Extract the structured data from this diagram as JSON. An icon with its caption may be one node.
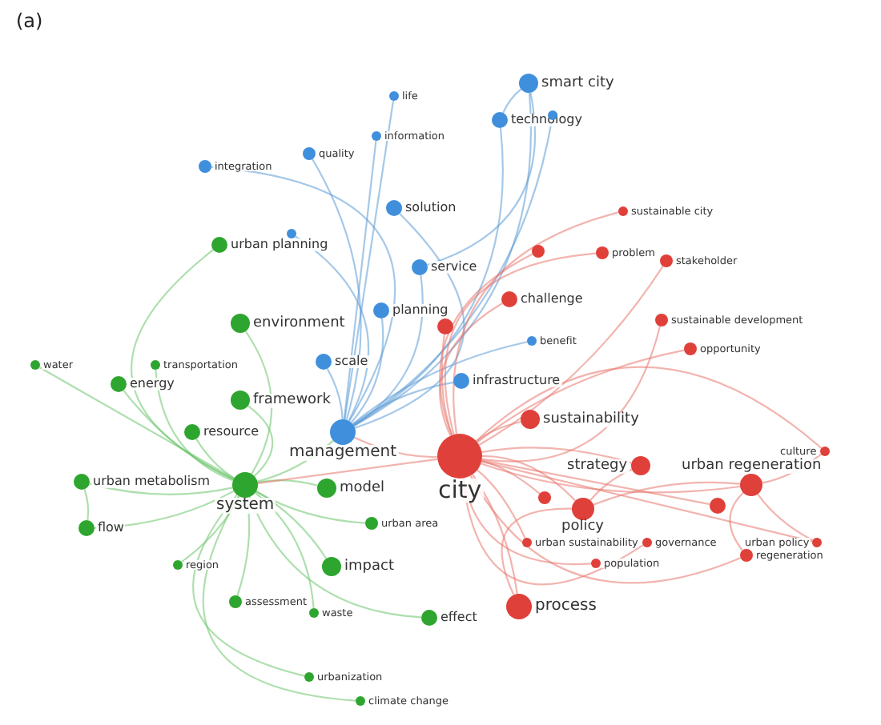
{
  "diagram": {
    "nodes": [
      {
        "text": [
          "smart city"
        ]
      },
      {
        "text": [
          "technology"
        ]
      },
      {
        "text": [],
        "shape": "circle"
      },
      {
        "text": [
          "life"
        ]
      },
      {
        "text": [
          "information"
        ]
      },
      {
        "text": [
          "quality"
        ]
      },
      {
        "text": [
          "integration"
        ]
      },
      {
        "text": [
          "solution"
        ]
      },
      {
        "text": [],
        "shape": "circle"
      },
      {
        "text": [
          "urban planning"
        ]
      },
      {
        "text": [
          "service"
        ]
      },
      {
        "text": [
          "sustainable city"
        ]
      },
      {
        "text": [
          "problem"
        ]
      },
      {
        "text": [],
        "shape": "circle"
      },
      {
        "text": [
          "stakeholder"
        ]
      },
      {
        "text": [
          "challenge"
        ]
      },
      {
        "text": [
          "planning"
        ]
      },
      {
        "text": [
          "environment"
        ]
      },
      {
        "text": [],
        "shape": "circle"
      },
      {
        "text": [
          "sustainable development"
        ]
      },
      {
        "text": [
          "benefit"
        ]
      },
      {
        "text": [
          "opportunity"
        ]
      },
      {
        "text": [
          "water"
        ]
      },
      {
        "text": [
          "transportation"
        ]
      },
      {
        "text": [
          "scale"
        ]
      },
      {
        "text": [
          "energy"
        ]
      },
      {
        "text": [
          "infrastructure"
        ]
      },
      {
        "text": [
          "framework"
        ]
      },
      {
        "text": [
          "resource"
        ]
      },
      {
        "text": [
          "management"
        ]
      },
      {
        "text": [
          "sustainability"
        ]
      },
      {
        "text": [
          "city"
        ]
      },
      {
        "text": [
          "culture"
        ]
      },
      {
        "text": [
          "strategy"
        ]
      },
      {
        "text": [
          "urban metabolism"
        ]
      },
      {
        "text": [
          "system"
        ]
      },
      {
        "text": [
          "model"
        ]
      },
      {
        "text": [],
        "shape": "circle"
      },
      {
        "text": [
          "urban regeneration"
        ]
      },
      {
        "text": [
          "policy"
        ]
      },
      {
        "text": [],
        "shape": "circle"
      },
      {
        "text": [
          "urban area"
        ]
      },
      {
        "text": [
          "flow"
        ]
      },
      {
        "text": [
          "urban policy"
        ]
      },
      {
        "text": [
          "urban sustainability"
        ]
      },
      {
        "text": [
          "governance"
        ]
      },
      {
        "text": [
          "population"
        ]
      },
      {
        "text": [
          "regeneration"
        ]
      },
      {
        "text": [
          "region"
        ]
      },
      {
        "text": [
          "impact"
        ]
      },
      {
        "text": [
          "assessment"
        ]
      },
      {
        "text": [
          "waste"
        ]
      },
      {
        "text": [
          "effect"
        ]
      },
      {
        "text": [
          "process"
        ]
      },
      {
        "text": [
          "urbanization"
        ]
      },
      {
        "text": [
          "climate change"
        ]
      }
    ],
    "edges": [
      {
        "from": 0,
        "to": 29,
        "arrow": "none",
        "color": "#5b9bd5"
      },
      {
        "from": 1,
        "to": 29,
        "arrow": "none",
        "color": "#5b9bd5"
      },
      {
        "from": 2,
        "to": 29,
        "arrow": "none",
        "color": "#5b9bd5"
      },
      {
        "from": 3,
        "to": 29,
        "arrow": "none",
        "color": "#5b9bd5"
      },
      {
        "from": 4,
        "to": 29,
        "arrow": "none",
        "color": "#5b9bd5"
      },
      {
        "from": 5,
        "to": 29,
        "arrow": "none",
        "color": "#5b9bd5"
      },
      {
        "from": 6,
        "to": 29,
        "arrow": "none",
        "color": "#5b9bd5"
      },
      {
        "from": 7,
        "to": 29,
        "arrow": "none",
        "color": "#5b9bd5"
      },
      {
        "from": 8,
        "to": 29,
        "arrow": "none",
        "color": "#5b9bd5"
      },
      {
        "from": 10,
        "to": 29,
        "arrow": "none",
        "color": "#5b9bd5"
      },
      {
        "from": 16,
        "to": 29,
        "arrow": "none",
        "color": "#5b9bd5"
      },
      {
        "from": 20,
        "to": 29,
        "arrow": "none",
        "color": "#5b9bd5"
      },
      {
        "from": 24,
        "to": 29,
        "arrow": "none",
        "color": "#5b9bd5"
      },
      {
        "from": 26,
        "to": 29,
        "arrow": "none",
        "color": "#5b9bd5"
      },
      {
        "from": 0,
        "to": 1,
        "arrow": "none",
        "color": "#5b9bd5"
      },
      {
        "from": 0,
        "to": 10,
        "arrow": "none",
        "color": "#5b9bd5"
      },
      {
        "from": 9,
        "to": 35,
        "arrow": "none",
        "color": "#6cc46c"
      },
      {
        "from": 17,
        "to": 35,
        "arrow": "none",
        "color": "#6cc46c"
      },
      {
        "from": 22,
        "to": 35,
        "arrow": "none",
        "color": "#6cc46c"
      },
      {
        "from": 23,
        "to": 35,
        "arrow": "none",
        "color": "#6cc46c"
      },
      {
        "from": 25,
        "to": 35,
        "arrow": "none",
        "color": "#6cc46c"
      },
      {
        "from": 27,
        "to": 35,
        "arrow": "none",
        "color": "#6cc46c"
      },
      {
        "from": 28,
        "to": 35,
        "arrow": "none",
        "color": "#6cc46c"
      },
      {
        "from": 34,
        "to": 35,
        "arrow": "none",
        "color": "#6cc46c"
      },
      {
        "from": 36,
        "to": 35,
        "arrow": "none",
        "color": "#6cc46c"
      },
      {
        "from": 41,
        "to": 35,
        "arrow": "none",
        "color": "#6cc46c"
      },
      {
        "from": 42,
        "to": 35,
        "arrow": "none",
        "color": "#6cc46c"
      },
      {
        "from": 48,
        "to": 35,
        "arrow": "none",
        "color": "#6cc46c"
      },
      {
        "from": 49,
        "to": 35,
        "arrow": "none",
        "color": "#6cc46c"
      },
      {
        "from": 50,
        "to": 35,
        "arrow": "none",
        "color": "#6cc46c"
      },
      {
        "from": 51,
        "to": 35,
        "arrow": "none",
        "color": "#6cc46c"
      },
      {
        "from": 52,
        "to": 35,
        "arrow": "none",
        "color": "#6cc46c"
      },
      {
        "from": 54,
        "to": 35,
        "arrow": "none",
        "color": "#6cc46c"
      },
      {
        "from": 55,
        "to": 35,
        "arrow": "none",
        "color": "#6cc46c"
      },
      {
        "from": 42,
        "to": 34,
        "arrow": "none",
        "color": "#6cc46c"
      },
      {
        "from": 35,
        "to": 29,
        "arrow": "none",
        "color": "#6cc46c"
      },
      {
        "from": 11,
        "to": 31,
        "arrow": "none"
      },
      {
        "from": 12,
        "to": 31,
        "arrow": "none"
      },
      {
        "from": 13,
        "to": 31,
        "arrow": "none"
      },
      {
        "from": 14,
        "to": 31,
        "arrow": "none"
      },
      {
        "from": 15,
        "to": 31,
        "arrow": "none"
      },
      {
        "from": 18,
        "to": 31,
        "arrow": "none"
      },
      {
        "from": 19,
        "to": 31,
        "arrow": "none"
      },
      {
        "from": 21,
        "to": 31,
        "arrow": "none"
      },
      {
        "from": 30,
        "to": 31,
        "arrow": "none"
      },
      {
        "from": 32,
        "to": 31,
        "arrow": "none"
      },
      {
        "from": 33,
        "to": 31,
        "arrow": "none"
      },
      {
        "from": 37,
        "to": 31,
        "arrow": "none"
      },
      {
        "from": 38,
        "to": 31,
        "arrow": "none"
      },
      {
        "from": 39,
        "to": 31,
        "arrow": "none"
      },
      {
        "from": 40,
        "to": 31,
        "arrow": "none"
      },
      {
        "from": 43,
        "to": 31,
        "arrow": "none"
      },
      {
        "from": 44,
        "to": 31,
        "arrow": "none"
      },
      {
        "from": 45,
        "to": 31,
        "arrow": "none"
      },
      {
        "from": 46,
        "to": 31,
        "arrow": "none"
      },
      {
        "from": 47,
        "to": 31,
        "arrow": "none"
      },
      {
        "from": 53,
        "to": 31,
        "arrow": "none"
      },
      {
        "from": 29,
        "to": 31,
        "arrow": "none"
      },
      {
        "from": 35,
        "to": 31,
        "arrow": "none"
      },
      {
        "from": 38,
        "to": 39,
        "arrow": "none"
      },
      {
        "from": 33,
        "to": 39,
        "arrow": "none"
      },
      {
        "from": 38,
        "to": 47,
        "arrow": "none"
      },
      {
        "from": 38,
        "to": 43,
        "arrow": "none"
      },
      {
        "from": 38,
        "to": 32,
        "arrow": "none"
      },
      {
        "from": 53,
        "to": 39,
        "arrow": "none"
      }
    ],
    "labels": [
      "(a)"
    ]
  }
}
